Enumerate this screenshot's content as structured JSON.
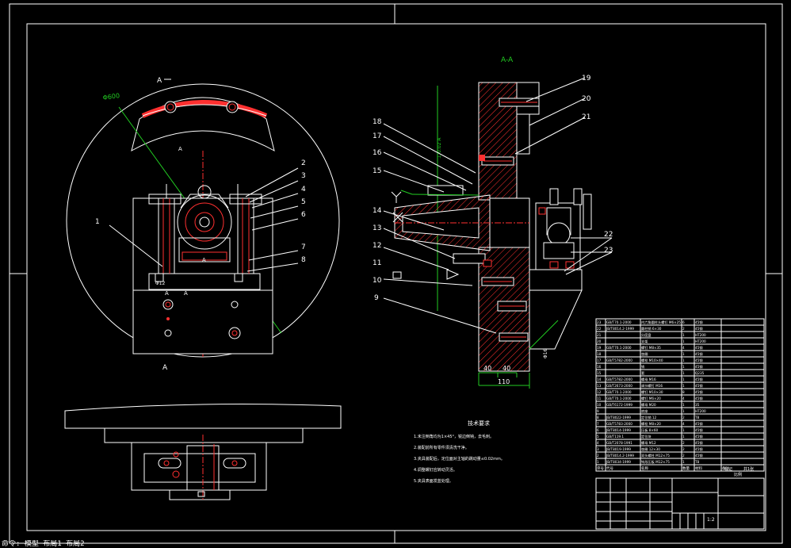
{
  "view_labels": {
    "section_aa": "A-A",
    "cut_top": "A",
    "cut_bottom": "A",
    "cut_small_1": "A",
    "cut_small_2": "A",
    "cut_small_3": "A",
    "cut_small_4": "A"
  },
  "dimensions": {
    "dim_40_left": "40",
    "dim_40_right": "40",
    "dim_110": "110",
    "dia_600": "Φ600",
    "dia_small": "Φ12",
    "dia_right": "Φ16"
  },
  "balloons_left": [
    "1",
    "2",
    "3",
    "4",
    "5",
    "6",
    "7",
    "8"
  ],
  "balloons_right": [
    "9",
    "10",
    "11",
    "12",
    "13",
    "14",
    "15",
    "16",
    "17",
    "18",
    "19",
    "20",
    "21",
    "22",
    "23"
  ],
  "notes": {
    "title": "技术要求",
    "lines": [
      "1.未注倒角均为1×45°，锐边倒钝，去毛刺。",
      "2.装配前所有零件须清洗干净。",
      "3.夹具装配后，定位面对主轴的跳动量≤0.02mm。",
      "4.调整螺钉应转动灵活。",
      "5.夹具表面发蓝处理。"
    ]
  },
  "bom_rows": [
    [
      "23",
      "GB/T70.1-2000",
      "内六角圆柱头螺钉 M6×25",
      "6",
      "45钢"
    ],
    [
      "22",
      "JB/T8014.2-1999",
      "圆柱销 6×30",
      "2",
      "45钢"
    ],
    [
      "21",
      "",
      "分度盘",
      "1",
      "HT200"
    ],
    [
      "20",
      "",
      "支架",
      "1",
      "HT200"
    ],
    [
      "19",
      "GB/T70.1-2000",
      "螺钉 M8×35",
      "4",
      "45钢"
    ],
    [
      "18",
      "",
      "垫圈",
      "1",
      "45钢"
    ],
    [
      "17",
      "GB/T5782-2000",
      "螺栓 M10×40",
      "1",
      "45钢"
    ],
    [
      "16",
      "",
      "销",
      "1",
      "45钢"
    ],
    [
      "15",
      "",
      "套",
      "1",
      "Q235"
    ],
    [
      "14",
      "GB/T5782-2000",
      "螺母 M16",
      "1",
      "45钢"
    ],
    [
      "13",
      "GB/T2673-2000",
      "调节螺钉 M16",
      "1",
      "45钢"
    ],
    [
      "12",
      "GB/T70.1-2000",
      "螺钉 M10×30",
      "8",
      "45钢"
    ],
    [
      "11",
      "GB/T70.1-2000",
      "螺钉 M6×20",
      "4",
      "45钢"
    ],
    [
      "10",
      "GB/T6172-1999",
      "螺母 M20",
      "1",
      "35"
    ],
    [
      "9",
      "",
      "底座",
      "1",
      "HT200"
    ],
    [
      "8",
      "JB/T8022-1999",
      "定位销 12",
      "2",
      "T8"
    ],
    [
      "7",
      "GB/T5783-2000",
      "螺栓 M8×20",
      "4",
      "45钢"
    ],
    [
      "6",
      "JB/T8014-1999",
      "压板 8×60",
      "1",
      "45钢"
    ],
    [
      "5",
      "GB/T119.1",
      "定位块",
      "1",
      "45钢"
    ],
    [
      "4",
      "GB/T2078-1991",
      "螺母 M12",
      "2",
      "45钢"
    ],
    [
      "3",
      "JB/T8019-1999",
      "垫圈 12×30",
      "2",
      "45钢"
    ],
    [
      "2",
      "JB/T8014.2-1999",
      "双头螺柱 M12×75",
      "2",
      "45钢"
    ],
    [
      "1",
      "JB/T8034-1999",
      "钩形压板 M12×75",
      "1",
      "T8"
    ]
  ],
  "bom_header": [
    "序号",
    "代号",
    "名称",
    "数量",
    "材料",
    "备注"
  ],
  "title_block": {
    "scale": "1:2",
    "sheet": "共1张",
    "drawing_no": "",
    "ratio": "比例",
    "mark": "标记"
  },
  "status_bar": "命令: 模型  布局1  布局2"
}
